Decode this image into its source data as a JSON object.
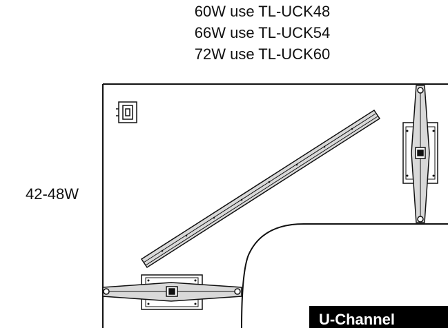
{
  "notes": {
    "line1": "60W use TL-UCK48",
    "line2": "66W use TL-UCK54",
    "line3": "72W use TL-UCK60"
  },
  "side_label": "42-48W",
  "badge_label": "U-Channel",
  "colors": {
    "ink": "#111111",
    "badge_bg": "#000000",
    "badge_text": "#ffffff",
    "bar_fill": "#d9d9d9"
  }
}
